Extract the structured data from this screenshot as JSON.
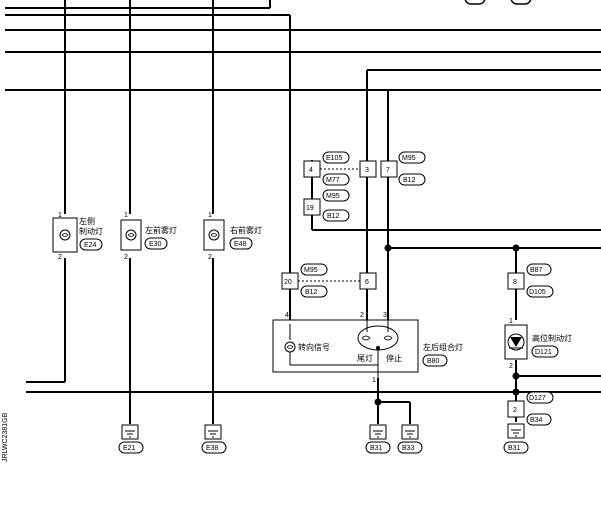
{
  "diagram_id": "JRLWC2381GB",
  "components": {
    "left_stop_lamp": {
      "name_line1": "左侧",
      "name_line2": "制动灯",
      "connector": "E24",
      "pin_top": "1",
      "pin_bottom": "2"
    },
    "left_fog_lamp": {
      "name": "左前雾灯",
      "connector": "E30",
      "pin_top": "1",
      "pin_bottom": "2"
    },
    "right_fog_lamp": {
      "name": "右前雾灯",
      "connector": "E48",
      "pin_top": "1",
      "pin_bottom": "2"
    },
    "left_rear_combination_lamp": {
      "name": "左后组合灯",
      "connector": "B80",
      "turn_signal": "转向信号",
      "tail_lamp": "尾灯",
      "stop_lamp": "停止",
      "pin_turn": "4",
      "pin_tail": "2",
      "pin_stop": "3",
      "pin_ground": "1"
    },
    "high_mount_stop_lamp": {
      "name": "高位制动灯",
      "connector": "D121",
      "pin_top": "1",
      "pin_bottom": "2"
    }
  },
  "connectors": {
    "c_e105": {
      "pin": "4",
      "label": "E105"
    },
    "c_m77": {
      "pin": "3",
      "label": "M77"
    },
    "c_m95_b12_top": {
      "pin": "7",
      "label_top": "M95",
      "label_bottom": "B12"
    },
    "c_m95_b12_left": {
      "pin": "19",
      "label_top": "M95",
      "label_bottom": "B12"
    },
    "c_m95_b12_mid": {
      "pin_left": "20",
      "pin_right": "6",
      "label_top": "M95",
      "label_bottom": "B12"
    },
    "c_b87_d105": {
      "pin": "8",
      "label_top": "B87",
      "label_bottom": "D105"
    },
    "c_d127_b34": {
      "pin": "2",
      "label_top": "D127",
      "label_bottom": "B34"
    }
  },
  "grounds": {
    "g_e21": "E21",
    "g_e38": "E38",
    "g_b31_a": "B31",
    "g_b33": "B33",
    "g_b31_b": "B31"
  }
}
